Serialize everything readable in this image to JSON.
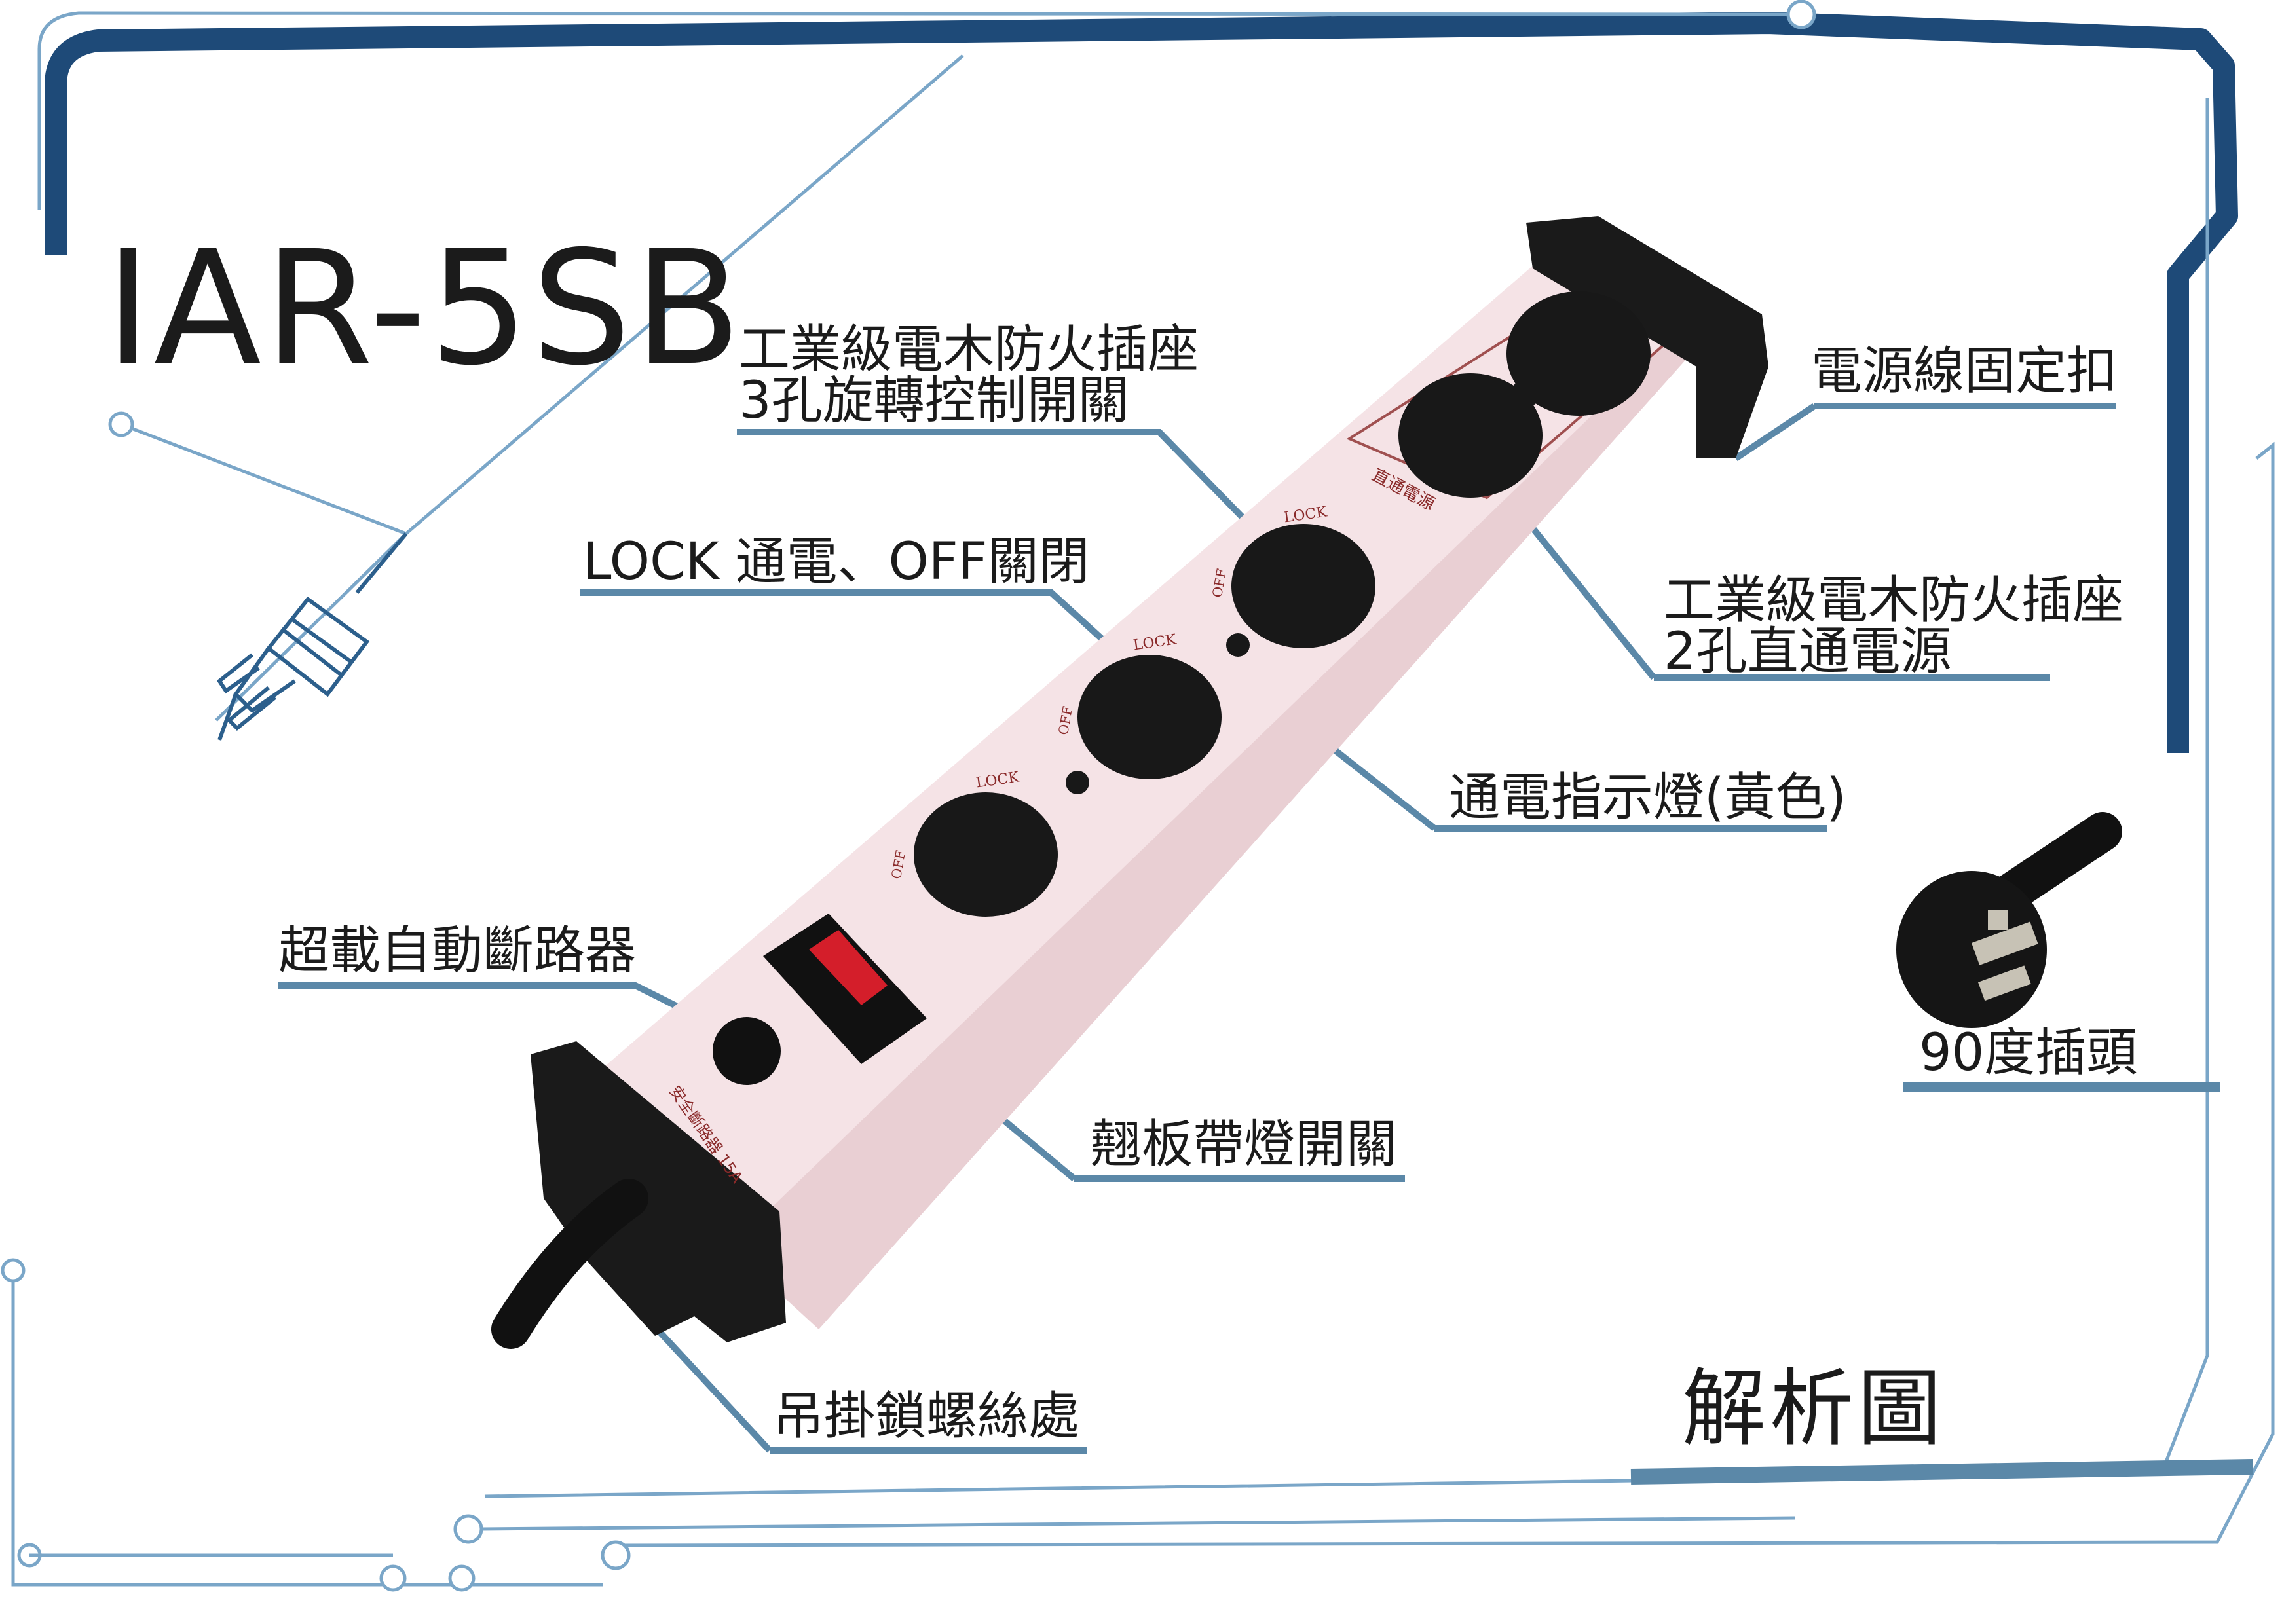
{
  "model": "IAR-5SB",
  "labels": {
    "socket_3pin_line1": "工業級電木防火插座",
    "socket_3pin_line2": "3孔旋轉控制開關",
    "lock_off": "LOCK 通電、OFF關閉",
    "cord_clip": "電源線固定扣",
    "socket_2pin_line1": "工業級電木防火插座",
    "socket_2pin_line2": "2孔直通電源",
    "indicator": "通電指示燈(黃色)",
    "plug_90": "90度插頭",
    "breaker": "超載自動斷路器",
    "rocker_switch": "翹板帶燈開關",
    "hang_screw": "吊掛鎖螺絲處",
    "diagram_title": "解析圖"
  },
  "product_marks": {
    "lock": "LOCK",
    "off": "OFF",
    "direct_power": "直通電源",
    "breaker_marking": "安全斷路器 15A"
  },
  "colors": {
    "frame_dark": "#1e4a78",
    "leader_line": "#5b88a8",
    "circuit_line": "#7aa6c8",
    "strip_body": "#f3dde0",
    "end_cap": "#1a1a1a",
    "switch_red": "#d41e2a"
  }
}
